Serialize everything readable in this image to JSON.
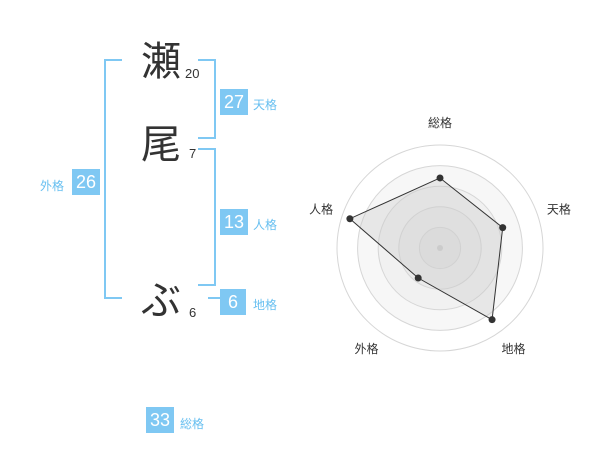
{
  "name_chars": [
    {
      "char": "瀬",
      "strokes": "20"
    },
    {
      "char": "尾",
      "strokes": "7"
    },
    {
      "char": "ぶ",
      "strokes": "6"
    }
  ],
  "fortune": {
    "tenkaku": {
      "value": "27",
      "label": "天格"
    },
    "jinkaku": {
      "value": "13",
      "label": "人格"
    },
    "chikaku": {
      "value": "6",
      "label": "地格"
    },
    "gaikaku": {
      "value": "26",
      "label": "外格"
    },
    "soukaku": {
      "value": "33",
      "label": "総格"
    }
  },
  "colors": {
    "accent": "#7fc8f3",
    "label": "#67bff0",
    "text": "#333333"
  },
  "chart_data": {
    "type": "radar",
    "categories": [
      "総格",
      "天格",
      "地格",
      "外格",
      "人格"
    ],
    "values": [
      3.4,
      3.2,
      4.3,
      1.8,
      4.6
    ],
    "rmax": 5,
    "rings": 5,
    "grid": true
  }
}
